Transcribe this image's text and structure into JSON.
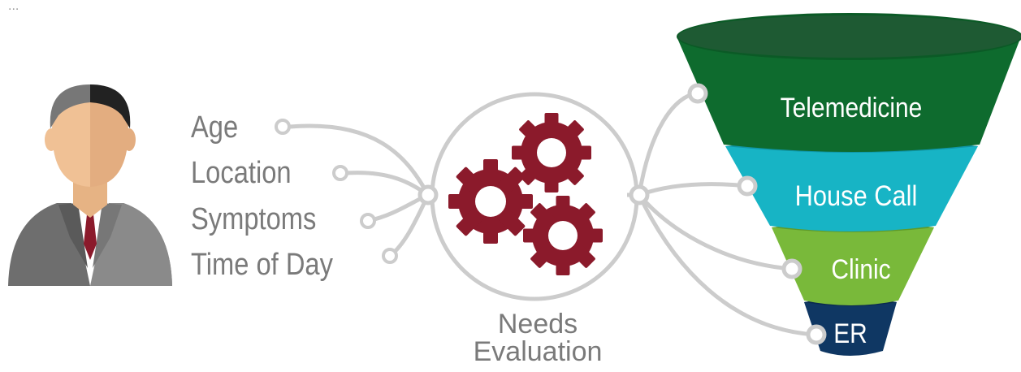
{
  "caption": "...",
  "factors": [
    "Age",
    "Location",
    "Symptoms",
    "Time of Day"
  ],
  "evaluation": {
    "line1": "Needs",
    "line2": "Evaluation",
    "icon": "gears-icon"
  },
  "care_tiers": [
    {
      "label": "Telemedicine",
      "color": "#0e6b2e"
    },
    {
      "label": "House Call",
      "color": "#17b4c5"
    },
    {
      "label": "Clinic",
      "color": "#79b93a"
    },
    {
      "label": "ER",
      "color": "#0f3763"
    }
  ],
  "colors": {
    "gear": "#8b1a2b",
    "connector": "#cccccc",
    "text": "#7a7a7a"
  }
}
